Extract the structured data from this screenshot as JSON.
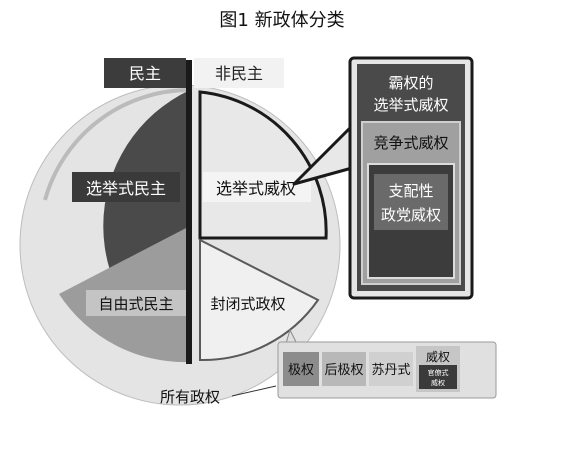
{
  "title": "图1  新政体分类",
  "header": {
    "democracy": "民主",
    "non_democracy": "非民主"
  },
  "democracy": {
    "electoral": "选举式民主",
    "liberal": "自由式民主"
  },
  "non_democracy": {
    "electoral_authoritarian": "选举式威权",
    "closed_authoritarian": "封闭式政权"
  },
  "all_regimes": "所有政权",
  "electoral_box": {
    "hegemonic_line1": "霸权的",
    "hegemonic_line2": "选举式威权",
    "competitive": "竞争式威权",
    "dominant_line1": "支配性",
    "dominant_line2": "政党威权"
  },
  "closed_box": {
    "item1": "极权",
    "item2": "后极权",
    "item3": "苏丹式",
    "item4": "威权",
    "item4_sub_line1": "官僚式",
    "item4_sub_line2": "威权"
  },
  "colors": {
    "dark": "#484848",
    "medium": "#9a9a9a",
    "light": "#e6e6e6",
    "border": "#1a1a1a",
    "title_bar_dark": "#3a3a3a"
  }
}
